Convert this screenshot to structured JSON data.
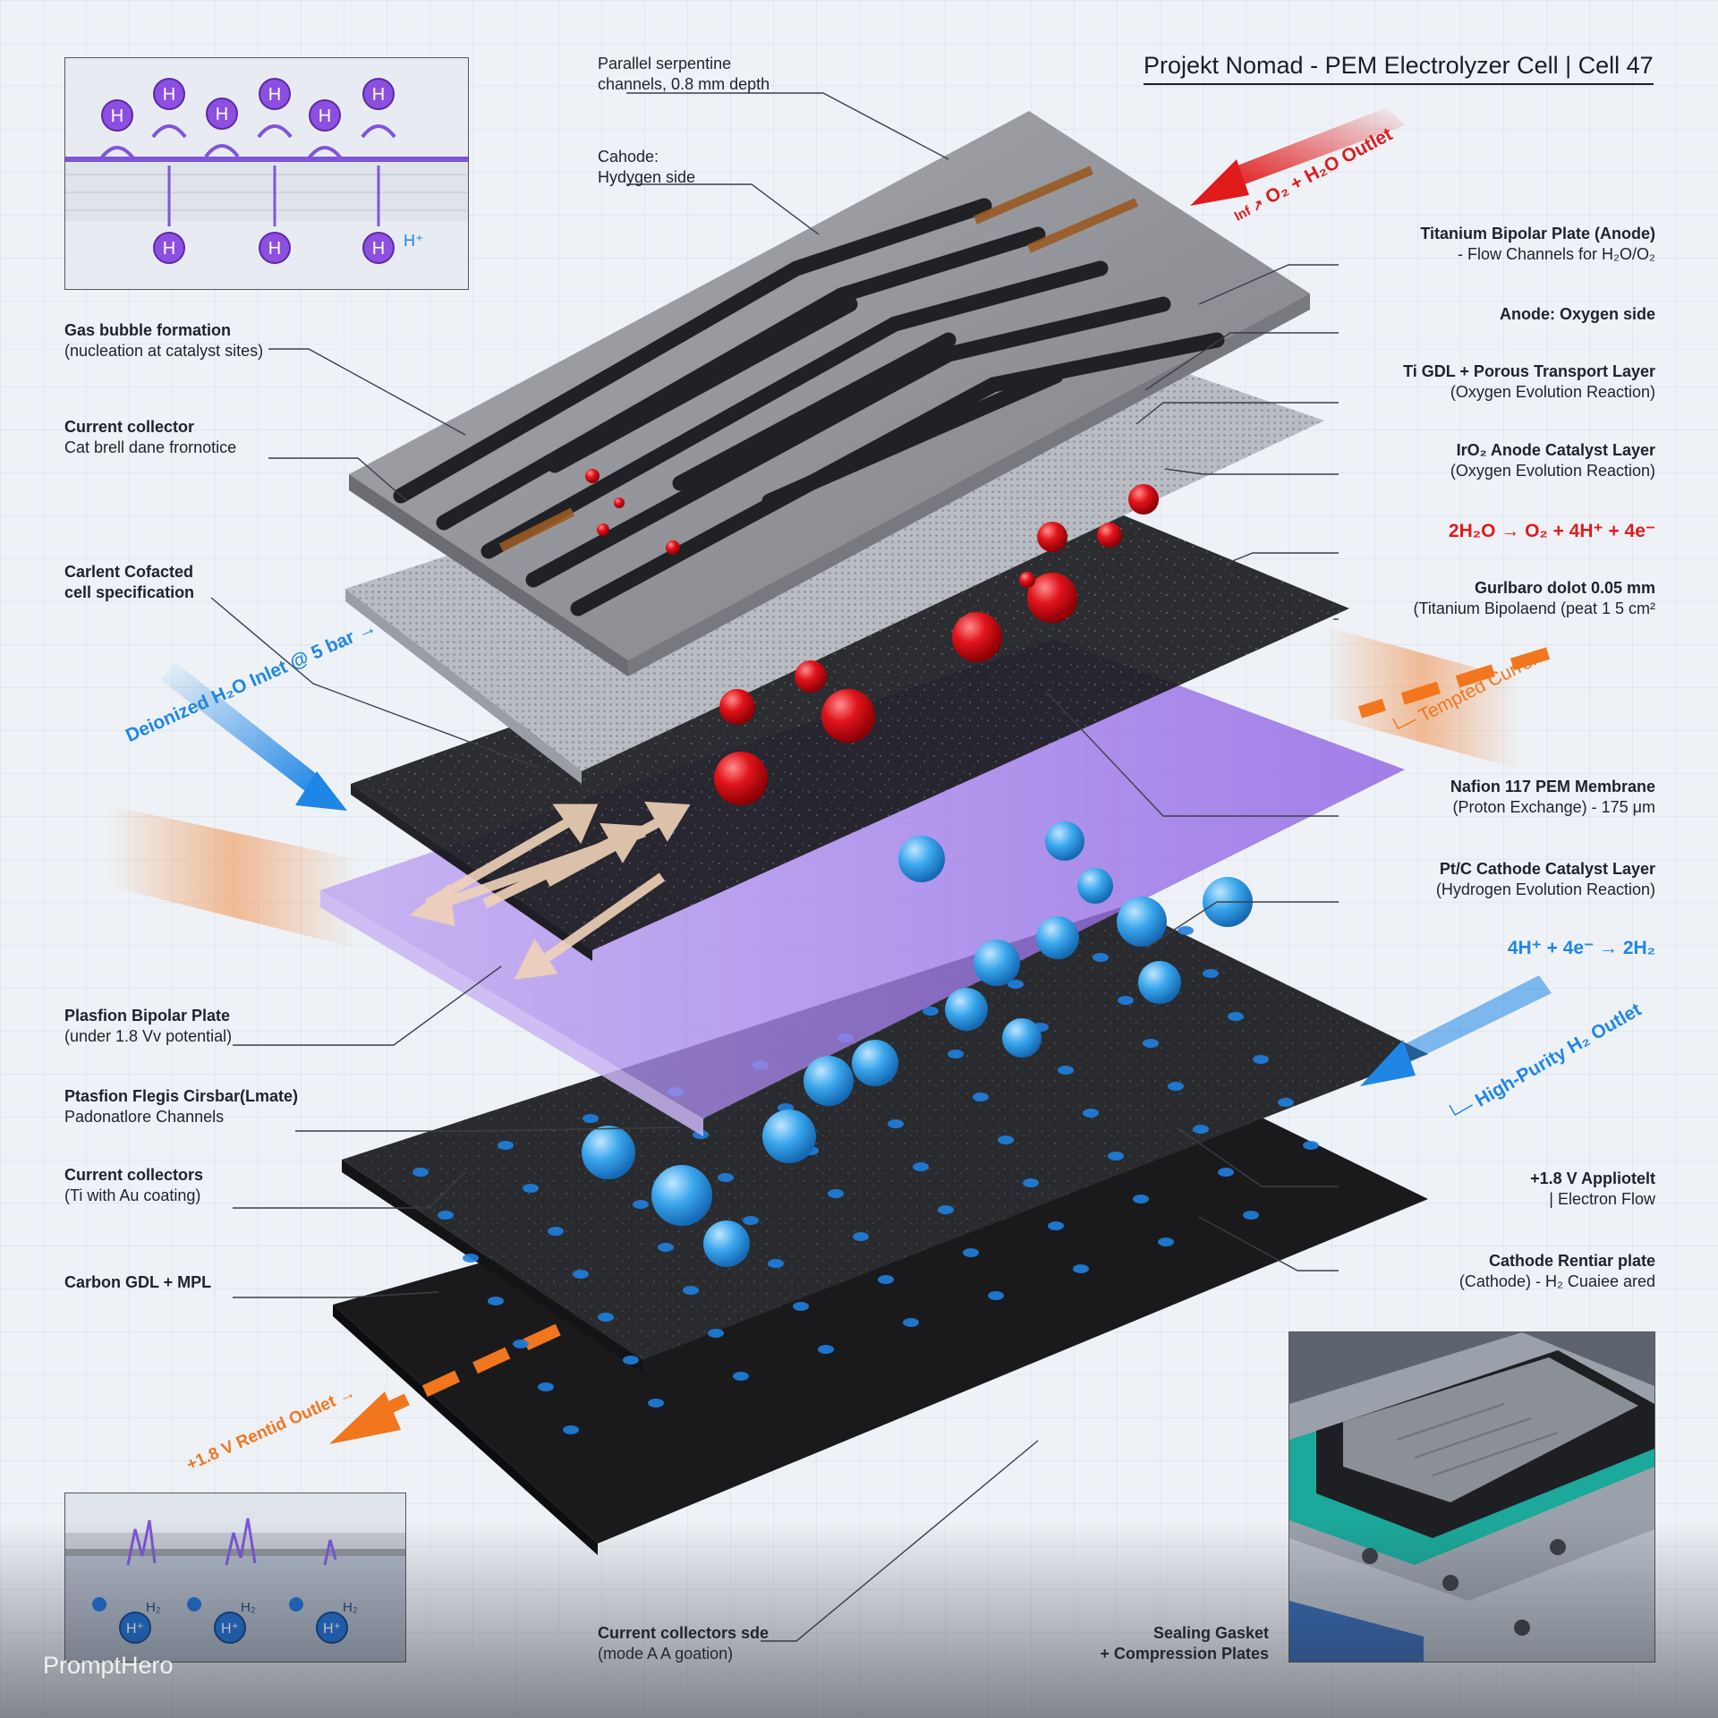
{
  "title": "Projekt Nomad - PEM Electrolyzer Cell | Cell 47",
  "watermark": "PromptHero",
  "labels_left": [
    {
      "id": "gas-bubble",
      "l1": "Gas bubble formation",
      "l2": "(nucleation at catalyst sites)"
    },
    {
      "id": "current-collector",
      "l1": "Current collector",
      "l2": "Cat brell dane frornotice"
    },
    {
      "id": "cell-spec",
      "l1": "Carlent Cofacted",
      "l2": "cell specification"
    },
    {
      "id": "plastion-bipolar",
      "l1": "Plasfion Bipolar Plate",
      "l2": "(under 1.8 Vv potential)"
    },
    {
      "id": "flegis-channels",
      "l1": "Ptasfion Flegis Cirsbar(Lmate)",
      "l2": "Padonatlore Channels"
    },
    {
      "id": "current-collectors-ti",
      "l1": "Current collectors",
      "l2": "(Ti with Au coating)"
    },
    {
      "id": "carbon-gdl",
      "l1": "Carbon GDL + MPL",
      "l2": ""
    }
  ],
  "labels_top": [
    {
      "id": "serpentine",
      "l1": "Parallel serpentine",
      "l2": "channels, 0.8 mm depth"
    },
    {
      "id": "cathode-hydrogen",
      "l1": "Cahode:",
      "l2": "Hydygen side"
    }
  ],
  "labels_right": [
    {
      "id": "ti-bipolar",
      "l1": "Titanium Bipolar Plate (Anode)",
      "l2": "- Flow Channels for H₂O/O₂"
    },
    {
      "id": "anode-oxygen",
      "l1": "Anode: Oxygen side",
      "l2": ""
    },
    {
      "id": "ti-gdl",
      "l1": "Ti GDL + Porous Transport Layer",
      "l2": "(Oxygen Evolution Reaction)"
    },
    {
      "id": "iro2",
      "l1": "IrO₂ Anode Catalyst Layer",
      "l2": "(Oxygen Evolution Reaction)"
    },
    {
      "id": "gurlbaro",
      "l1": "Gurlbaro dolot 0.05 mm",
      "l2": "(Titanium Bipolaend (peat 1 5 cm²"
    },
    {
      "id": "nafion",
      "l1": "Nafion 117 PEM Membrane",
      "l2": "(Proton Exchange) - 175 μm"
    },
    {
      "id": "ptc",
      "l1": "Pt/C Cathode Catalyst Layer",
      "l2": "(Hydrogen Evolution Reaction)"
    },
    {
      "id": "applied-voltage",
      "l1": "+1.8 V Appliotelt",
      "l2": "| Electron Flow"
    },
    {
      "id": "cathode-plate",
      "l1": "Cathode Rentiar plate",
      "l2": "(Cathode) - H₂ Cuaiee ared"
    }
  ],
  "labels_bottom": [
    {
      "id": "collectors-side",
      "l1": "Current collectors sde",
      "l2": "(mode A A goation)"
    },
    {
      "id": "sealing",
      "l1": "Sealing Gasket",
      "l2": "+ Compression Plates"
    }
  ],
  "equations": {
    "anode": "2H₂O → O₂ + 4H⁺ + 4e⁻",
    "cathode": "4H⁺ + 4e⁻ → 2H₂"
  },
  "flows": {
    "o2_outlet": "O₂ + H₂O Outlet",
    "o2_prefix": "Inf ↗",
    "di_inlet": "Deionized H₂O Inlet @ 5 bar →",
    "tempted_current": "└─ Tempted Current",
    "h2_outlet": "High-Purity H₂ Outlet",
    "h2_prefix": "└─",
    "rentid_outlet": "+1.8 V Rentid Outlet →"
  },
  "inset_top": {
    "atoms": [
      "H",
      "H",
      "H",
      "H",
      "H",
      "H",
      "H",
      "H",
      "H"
    ],
    "ion": "H⁺"
  },
  "inset_bottom": {
    "ions": [
      "H⁺",
      "H⁺",
      "H⁺"
    ],
    "gas": [
      "H₂",
      "H₂",
      "H₂"
    ]
  },
  "colors": {
    "red_bubble": "#e0141b",
    "blue_bubble": "#3aa6ec",
    "membrane": "#9a73e6",
    "plate": "#8f9196",
    "dark_layer": "#1c1d20",
    "accent_blue": "#1f86e6",
    "accent_red": "#e01b1b",
    "accent_orange": "#f2761e"
  }
}
